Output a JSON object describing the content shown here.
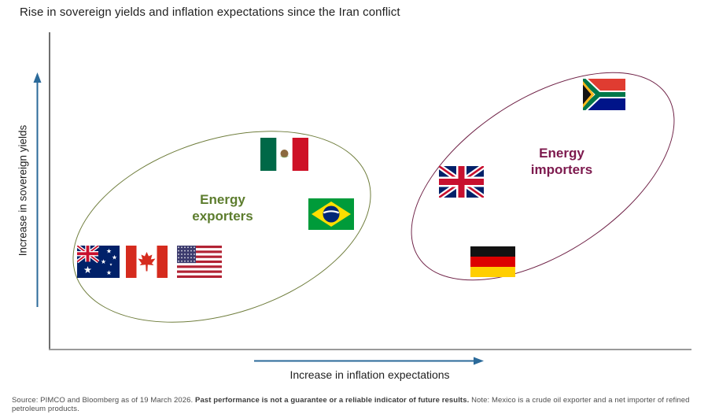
{
  "title": "Rise in sovereign yields and inflation expectations since the Iran conflict",
  "axes": {
    "y_label": "Increase in sovereign yields",
    "x_label": "Increase in inflation expectations"
  },
  "groups": {
    "exporters": {
      "label_line1": "Energy",
      "label_line2": "exporters",
      "countries": [
        "Australia",
        "Canada",
        "United States",
        "Mexico",
        "Brazil"
      ]
    },
    "importers": {
      "label_line1": "Energy",
      "label_line2": "importers",
      "countries": [
        "United Kingdom",
        "Germany",
        "South Africa"
      ]
    }
  },
  "footer": {
    "source_prefix": "Source: PIMCO and Bloomberg as of 19 March 2026. ",
    "disclaimer_bold": "Past performance is not a guarantee or a reliable indicator of future results.",
    "note": " Note: Mexico is a crude oil exporter and a net importer of refined petroleum products."
  },
  "colors": {
    "arrow_blue": "#2b6a9a",
    "exporters_text": "#5d7d2e",
    "exporters_ellipse": "#6f7d3c",
    "importers_text": "#7d1a4e",
    "importers_ellipse": "#6e2045"
  },
  "chart_data": {
    "type": "scatter",
    "title": "Rise in sovereign yields and inflation expectations since the Iran conflict",
    "xlabel": "Increase in inflation expectations",
    "ylabel": "Increase in sovereign yields",
    "axis_ticks": "none",
    "notes": "Conceptual/qualitative chart: countries shown as flags grouped in two labeled ellipses; axes are unnumbered directional arrows. x/y are relative positions (0-1) within the plot area.",
    "legend_position": "in-plot group labels",
    "series": [
      {
        "name": "Energy exporters",
        "color": "#5d7d2e",
        "points": [
          {
            "country": "Australia",
            "x": 0.08,
            "y": 0.28
          },
          {
            "country": "Canada",
            "x": 0.15,
            "y": 0.28
          },
          {
            "country": "United States",
            "x": 0.23,
            "y": 0.28
          },
          {
            "country": "Mexico",
            "x": 0.36,
            "y": 0.61
          },
          {
            "country": "Brazil",
            "x": 0.44,
            "y": 0.43
          }
        ]
      },
      {
        "name": "Energy importers",
        "color": "#7d1a4e",
        "points": [
          {
            "country": "United Kingdom",
            "x": 0.64,
            "y": 0.53
          },
          {
            "country": "Germany",
            "x": 0.69,
            "y": 0.28
          },
          {
            "country": "South Africa",
            "x": 0.86,
            "y": 0.8
          }
        ]
      }
    ]
  }
}
